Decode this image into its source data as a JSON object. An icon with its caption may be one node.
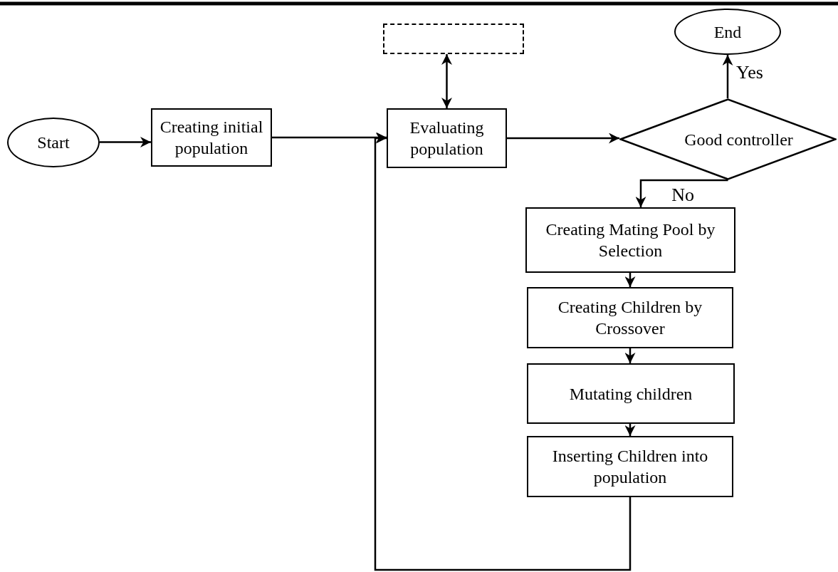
{
  "diagram": {
    "nodes": [
      {
        "text": [
          "Start"
        ]
      },
      {
        "text": [
          "Creating initial population"
        ]
      },
      {
        "text": [],
        "shape": "box"
      },
      {
        "text": [
          "Evaluating population"
        ]
      },
      {
        "text": [
          "End"
        ]
      },
      {
        "text": [
          "Good controller"
        ]
      },
      {
        "text": [
          "Creating Mating Pool by Selection"
        ]
      },
      {
        "text": [
          "Creating Children by Crossover"
        ]
      },
      {
        "text": [
          "Mutating children"
        ]
      },
      {
        "text": [
          "Inserting Children into population"
        ]
      }
    ],
    "edges": [
      {
        "from": 0,
        "to": 1,
        "arrow": "to"
      },
      {
        "from": 1,
        "to": 3,
        "arrow": "to"
      },
      {
        "from": 3,
        "to": 2,
        "arrow": "both"
      },
      {
        "from": 3,
        "to": 5,
        "arrow": "to"
      },
      {
        "from": 5,
        "to": 4,
        "arrow": "to",
        "label": "Yes"
      },
      {
        "from": 5,
        "to": 6,
        "arrow": "to",
        "label": "No"
      },
      {
        "from": 6,
        "to": 7,
        "arrow": "to"
      },
      {
        "from": 7,
        "to": 8,
        "arrow": "to"
      },
      {
        "from": 8,
        "to": 9,
        "arrow": "to"
      },
      {
        "from": 9,
        "to": 3,
        "arrow": "to"
      }
    ]
  }
}
